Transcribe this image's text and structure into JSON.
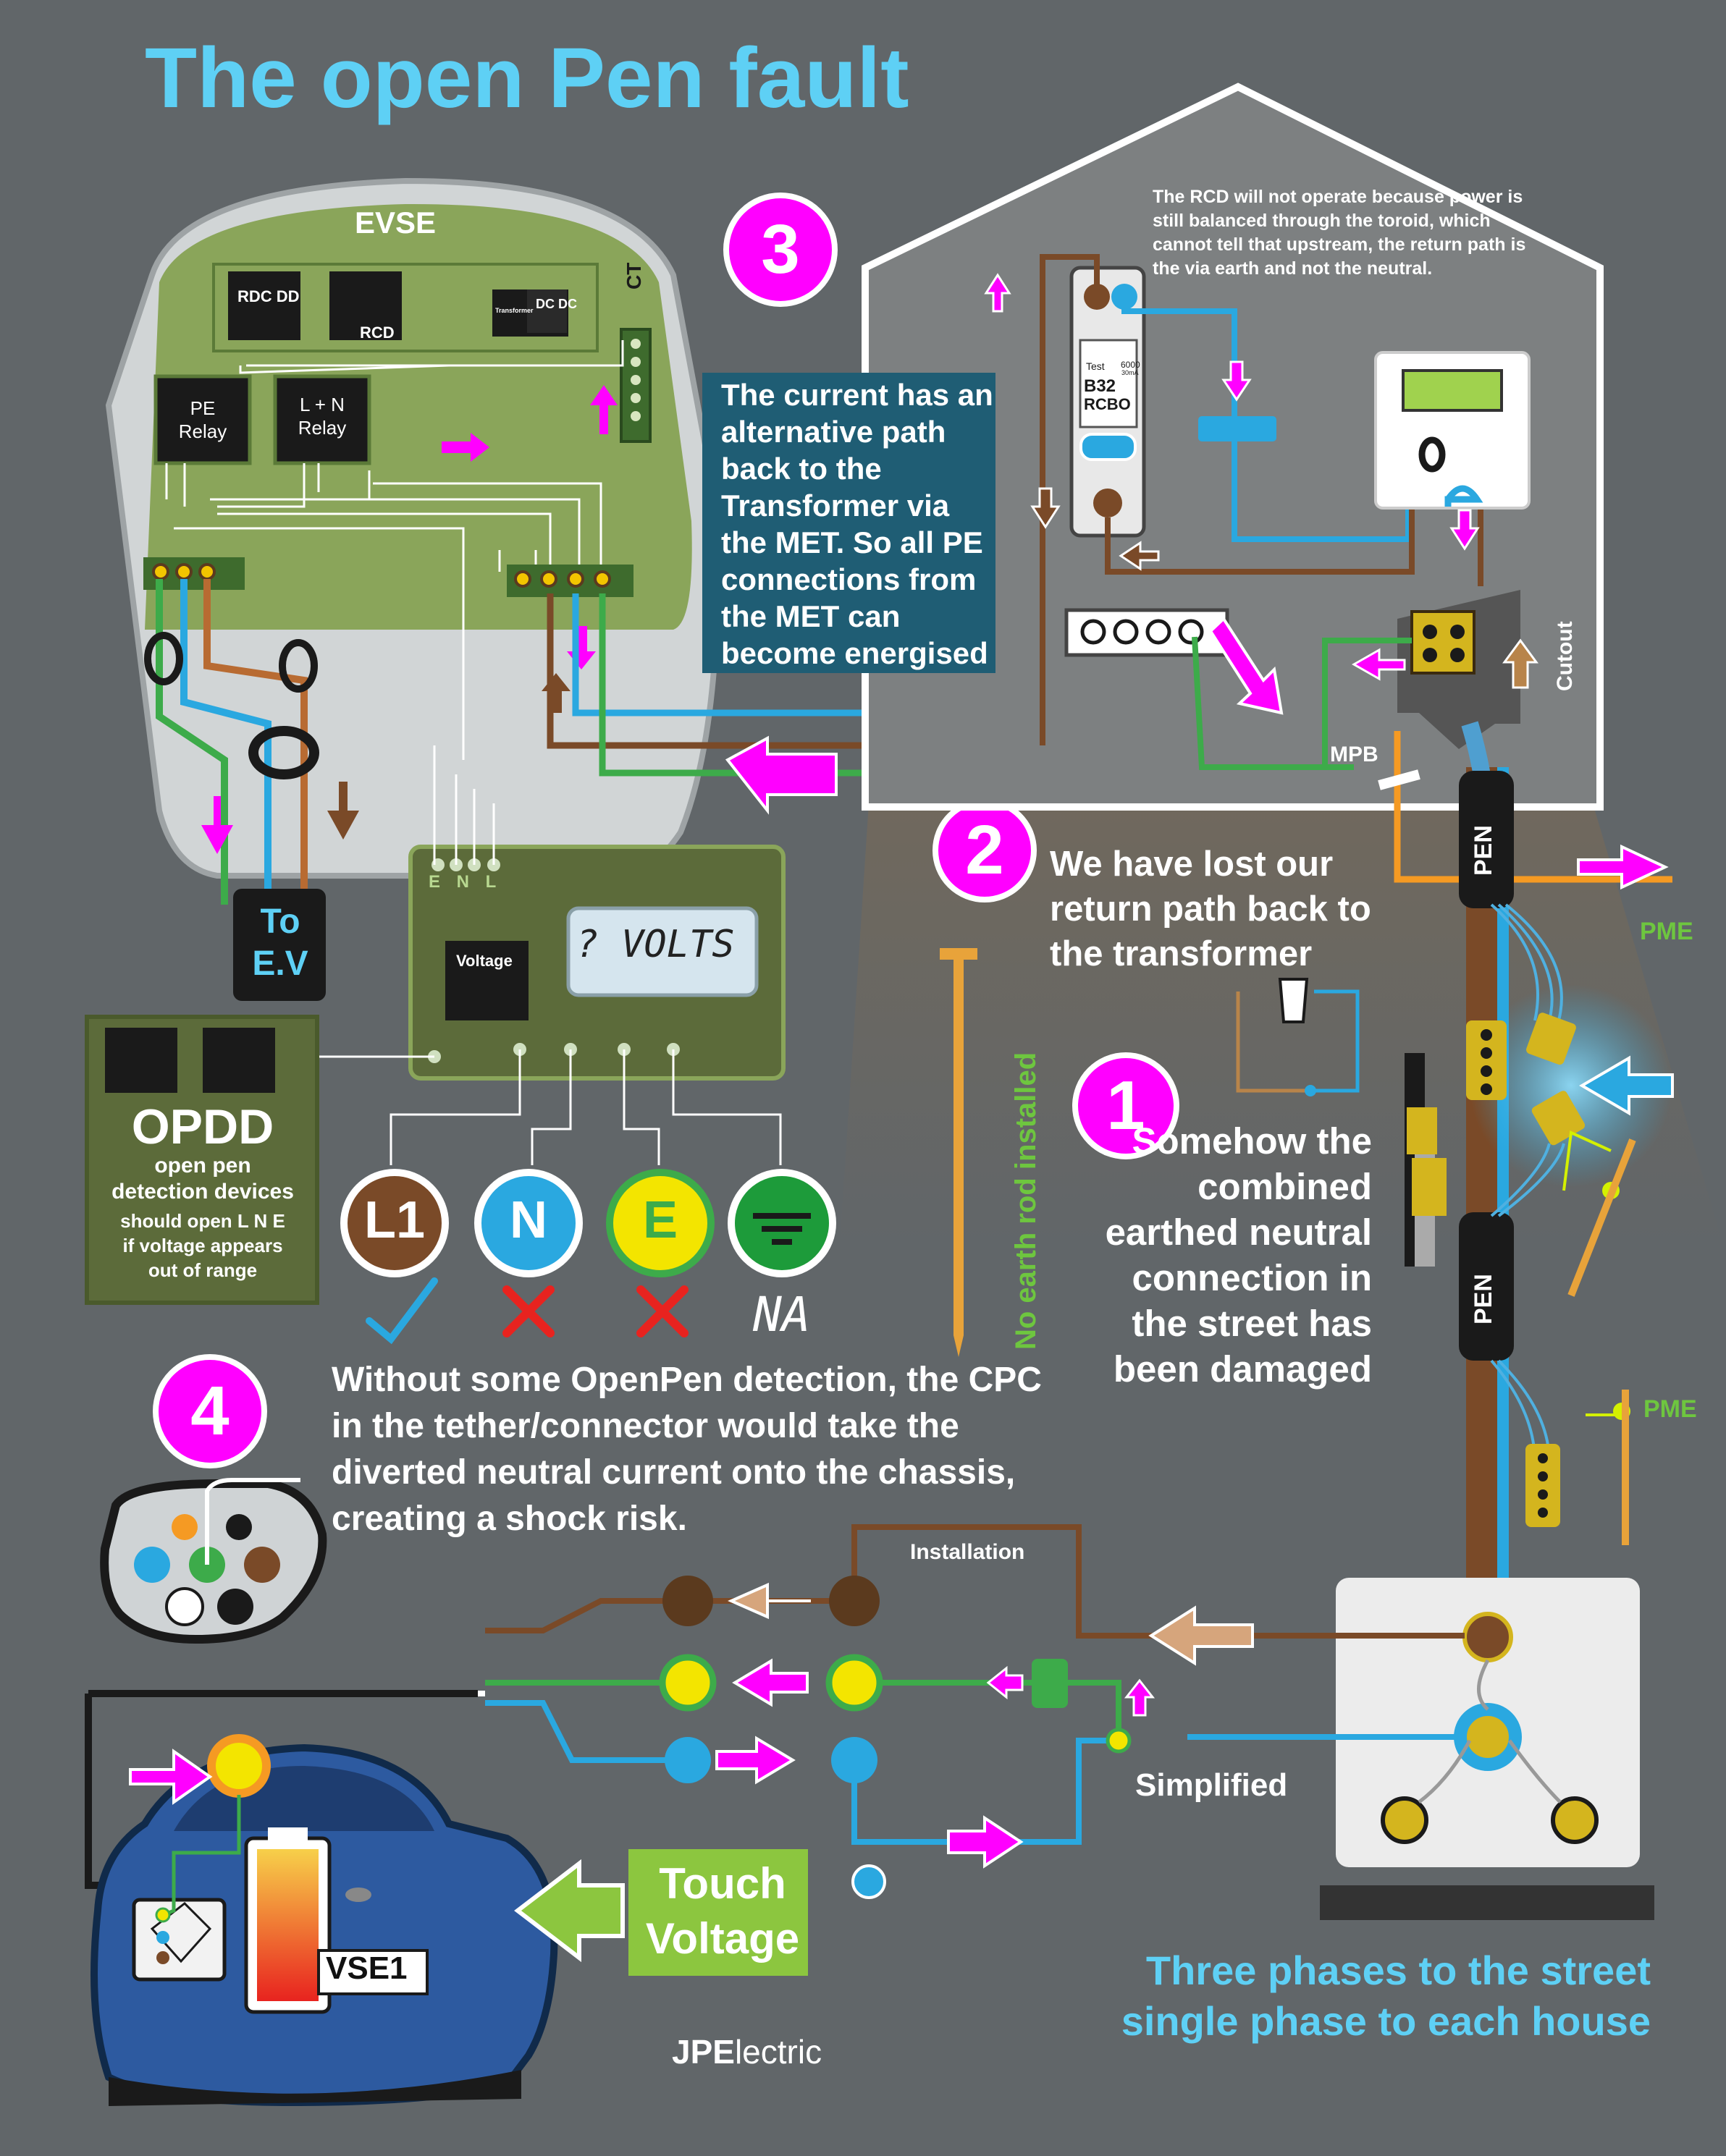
{
  "title": "The open Pen fault",
  "evse": {
    "label": "EVSE",
    "chips": [
      "RDC DD",
      "RCD",
      "DC DC",
      "Transformer"
    ],
    "ct_label": "CT",
    "relays": [
      {
        "name": "PE Relay",
        "line1": "PE",
        "line2": "Relay"
      },
      {
        "name": "L + N Relay",
        "line1": "L + N",
        "line2": "Relay"
      }
    ],
    "to_ev": {
      "line1": "To",
      "line2": "E.V"
    }
  },
  "voltage_module": {
    "terminals": "E N L",
    "chip_label": "Voltage",
    "display": "? VOLTS"
  },
  "opdd": {
    "title": "OPDD",
    "subtitle_line1": "open pen",
    "subtitle_line2": "detection devices",
    "desc_line1": "should open L N E",
    "desc_line2": "if voltage appears",
    "desc_line3": "out of range"
  },
  "terminals": [
    {
      "label": "L1",
      "status": "check",
      "color": "#7a4a28"
    },
    {
      "label": "N",
      "status": "cross",
      "color": "#2aa8e0"
    },
    {
      "label": "E",
      "status": "cross",
      "color": "#f3e500"
    },
    {
      "label": "earth-symbol",
      "status": "NA",
      "color": "#1d9b3a"
    }
  ],
  "na_text": "NA",
  "callouts": {
    "one": {
      "number": "1",
      "text": "Somehow the combined earthed neutral connection in the street has been damaged"
    },
    "two": {
      "number": "2",
      "text": "We have lost our return path back to the transformer"
    },
    "three": {
      "number": "3",
      "text": "The current has an alternative path back to the Transformer via the MET. So all PE connections from the MET can become energised"
    },
    "four": {
      "number": "4",
      "text": "Without some OpenPen detection, the CPC in the tether/connector would take the diverted neutral current onto the chassis, creating a shock risk."
    }
  },
  "rcd_note": "The RCD will not operate because power is still balanced through the toroid, which cannot tell that upstream, the return path is the via earth and not the neutral.",
  "rcbo": {
    "test": "Test",
    "rating": "B32",
    "type": "RCBO",
    "cap": "6000",
    "ma": "30mA"
  },
  "house_labels": {
    "cutout": "Cutout",
    "mpb": "MPB"
  },
  "street_labels": {
    "pen": "PEN",
    "pme": "PME",
    "no_rod": "No earth rod installed"
  },
  "lower": {
    "installation": "Installation",
    "simplified": "Simplified",
    "touch_line1": "Touch",
    "touch_line2": "Voltage",
    "plate": "VSE1",
    "brand_bold": "JPE",
    "brand_rest": "lectric"
  },
  "bottom_text": "Three phases to the street single phase to each house",
  "colors": {
    "background": "#616669",
    "title": "#5ed0f5",
    "magenta": "#ff00ff",
    "live_brown": "#7a4a28",
    "neutral_blue": "#2aa8e0",
    "earth_green": "#3dab4a",
    "pcb_green": "#8aa55a",
    "callout_box": "#1f5d74"
  }
}
